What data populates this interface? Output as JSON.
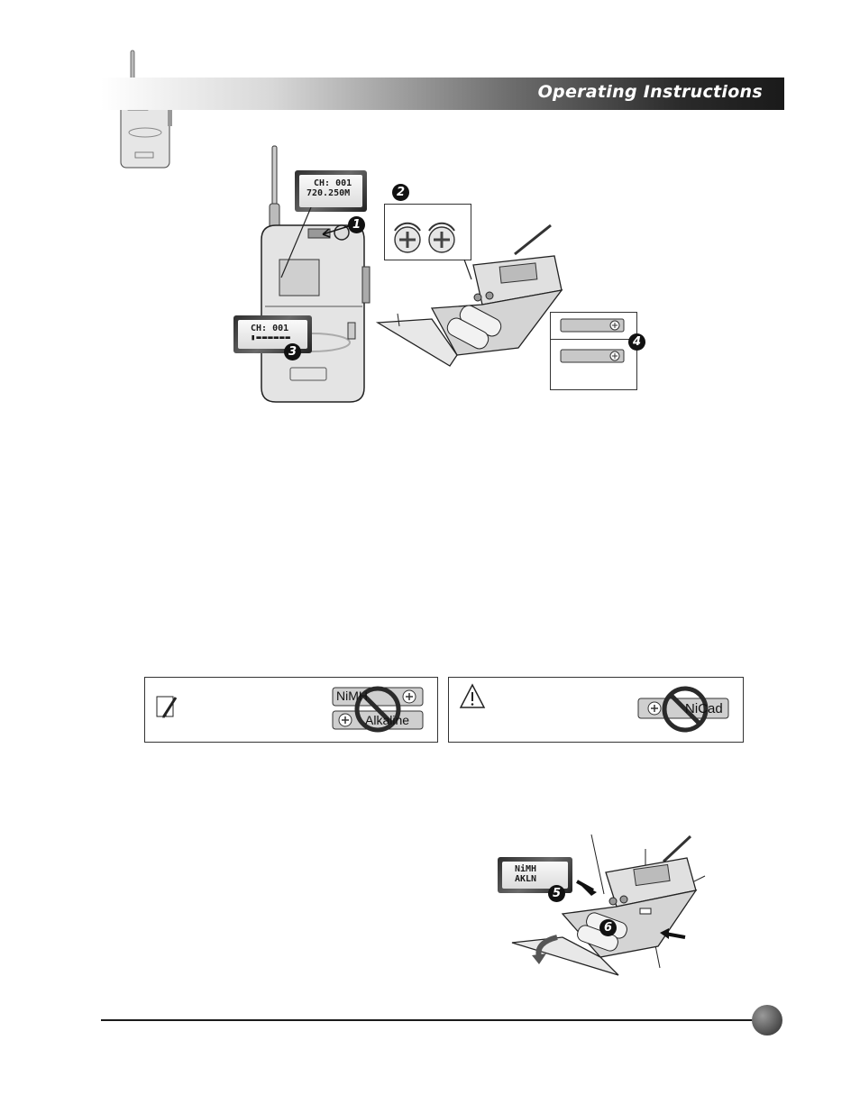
{
  "header": {
    "title": "Operating Instructions"
  },
  "figure1": {
    "display_top": {
      "line1": "CH:  001",
      "line2": "720.250M"
    },
    "display_bottom": {
      "line1": "CH:  001"
    },
    "callouts": [
      "1",
      "2",
      "3",
      "4"
    ]
  },
  "notes": {
    "note_box": {
      "battery_labels": [
        "NiMH",
        "Alkaline"
      ]
    },
    "caution_box": {
      "battery_label": "NiCad"
    }
  },
  "figure2": {
    "display": {
      "line1": "NiMH",
      "line2": "AKLN"
    },
    "callouts": [
      "5",
      "6"
    ]
  },
  "colors": {
    "accent_dark": "#1a1a1a",
    "prohibit_ring": "#2a2a2a"
  }
}
